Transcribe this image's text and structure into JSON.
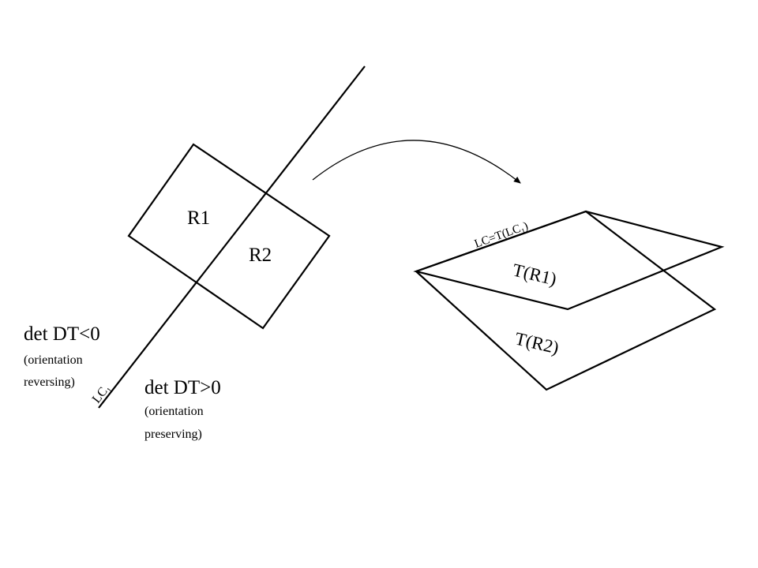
{
  "labels": {
    "r1": "R1",
    "r2": "R2",
    "lc_domain": "LC",
    "lc_domain_sub": "1",
    "lc_image": "LC=T(LC",
    "lc_image_sub": "1",
    "lc_image_close": ")",
    "t_r1": "T(R1)",
    "t_r2": "T(R2)"
  },
  "left_region": {
    "heading": "det DT<0",
    "line1": "(orientation",
    "line2": "reversing)"
  },
  "right_region": {
    "heading": "det DT>0",
    "line1": "(orientation",
    "line2": "preserving)"
  },
  "colors": {
    "stroke": "#000000",
    "background": "#ffffff"
  }
}
